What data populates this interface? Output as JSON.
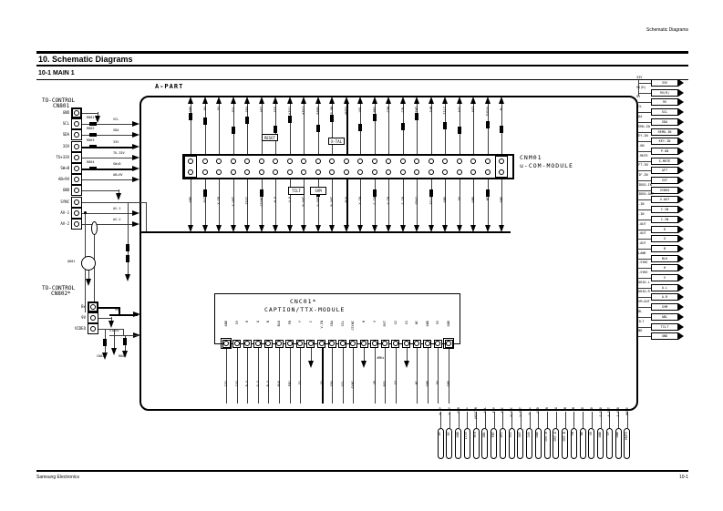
{
  "page": {
    "header_corner": "Schematic Diagrams",
    "title": "10. Schematic Diagrams",
    "subtitle": "10-1 MAIN 1",
    "part_label": "A-PART",
    "footer_left": "Samsung Electronics",
    "footer_right": "10-1"
  },
  "colors": {
    "ink": "#000000",
    "wire": "#3d3d3d",
    "paper": "#ffffff"
  },
  "modules": {
    "cnm01": {
      "name": "CNM01",
      "desc": "u-COM-MODULE",
      "top_terminals": [
        "GND",
        "9V",
        "5V",
        "SCL",
        "SDA",
        "AFT",
        "SIF",
        "KEY1",
        "KEY2",
        "REMO",
        "P-ON",
        "MUTE",
        "VOL",
        "BRI",
        "CON",
        "COL",
        "TINT",
        "SVM",
        "TILT",
        "AV1",
        "AV2",
        "TU33V",
        "B+"
      ],
      "bottom_terminals": [
        "GND",
        "RST",
        "X-IN",
        "X-OUT",
        "TEST",
        "CSYNC",
        "H-P",
        "V-P",
        "R-OUT",
        "G-OUT",
        "B-OUT",
        "BLK",
        "Y-IN",
        "C-IN",
        "V-IN",
        "S-IN",
        "SDA2",
        "SCL2",
        "GND",
        "5V",
        "GND",
        "NC",
        "GND"
      ],
      "reset_box": "RESET",
      "xtal_box": "X-TAL",
      "tilt_box": "TILT",
      "svm_box": "SVM"
    },
    "cnc01": {
      "name": "CNC01*",
      "desc": "CAPTION/TTX-MODULE",
      "pin_labels_top": [
        "GND",
        "5V",
        "R",
        "G",
        "B",
        "BLK",
        "FB",
        "Y",
        "C",
        "V-IN",
        "SDA",
        "SCL",
        "CSYNC",
        "H",
        "V",
        "RST",
        "X2",
        "X1",
        "NC",
        "GND",
        "9V",
        "GND"
      ],
      "pin_labels_bottom": [
        "CV1",
        "CV2",
        "R-Y",
        "G-Y",
        "B-Y",
        "BLK",
        "FB1",
        "Y1",
        "C1",
        "V1",
        "SDA",
        "SCL",
        "SYNC",
        "HD",
        "VD",
        "RES",
        "X2",
        "X1",
        "NC",
        "GND",
        "9V",
        "GND"
      ],
      "mhz_label": "4MHz",
      "left_entry_labels": [
        "9V",
        "VIDEO"
      ]
    },
    "cn801": {
      "title1": "TO-CONTROL",
      "title2": "CN801",
      "pins": [
        "GND",
        "SCL",
        "SDA",
        "33V",
        "TU+33V",
        "SW+B",
        "AB+9V",
        "GND",
        "SYNC",
        "AV-1",
        "AV-2"
      ],
      "out_labels": [
        "SCL",
        "SDA",
        "33V",
        "TU-33V",
        "SW+B",
        "AB+9V",
        "AV-1",
        "AV-2"
      ],
      "resistor_labels": [
        "R801",
        "R802",
        "R803",
        "R804"
      ],
      "transistor_label": "Q801"
    },
    "cn802": {
      "title1": "TO-CONTROL",
      "title2": "CN802*",
      "pins": [
        "B+",
        "9V",
        "VIDEO"
      ],
      "out_labels": [
        "9V",
        "VIDEO"
      ],
      "component_labels": [
        "C802",
        "R806"
      ]
    }
  },
  "right_terminals": [
    {
      "label": "33V",
      "box": "33V"
    },
    {
      "label": "9V(R)",
      "box": "9V(R)"
    },
    {
      "label": "9V",
      "box": "9V"
    },
    {
      "label": "SCL",
      "box": "SCL"
    },
    {
      "label": "SDA",
      "box": "SDA"
    },
    {
      "label": "REMO-IN",
      "box": "REMO-IN"
    },
    {
      "label": "KEY-IN",
      "box": "KEY-IN"
    },
    {
      "label": "P-ON",
      "box": "P-ON"
    },
    {
      "label": "S-MUTE",
      "box": "S-MUTE"
    },
    {
      "label": "AFT-IN",
      "box": "AFT"
    },
    {
      "label": "SIF-IN",
      "box": "SIF"
    },
    {
      "label": "VIDEO-IN",
      "box": "VIDEO"
    },
    {
      "label": "VIDEO-OUT",
      "box": "V-OUT"
    },
    {
      "label": "Y-IN",
      "box": "Y-IN"
    },
    {
      "label": "C-IN",
      "box": "C-IN"
    },
    {
      "label": "R-OUT",
      "box": "R"
    },
    {
      "label": "G-OUT",
      "box": "G"
    },
    {
      "label": "B-OUT",
      "box": "B"
    },
    {
      "label": "BLANK",
      "box": "BLK"
    },
    {
      "label": "H-SYNC",
      "box": "H"
    },
    {
      "label": "V-SYNC",
      "box": "V"
    },
    {
      "label": "AUDIO-L",
      "box": "A-L"
    },
    {
      "label": "AUDIO-R",
      "box": "A-R"
    },
    {
      "label": "SVM-OUT",
      "box": "SVM"
    },
    {
      "label": "ABL",
      "box": "ABL"
    },
    {
      "label": "TILT",
      "box": "TILT"
    },
    {
      "label": "GND",
      "box": "GND"
    }
  ],
  "bottom_terminals": [
    {
      "top": "H-DY",
      "box": "DY"
    },
    {
      "top": "V-DY",
      "box": "DY"
    },
    {
      "top": "GND",
      "box": "GND"
    },
    {
      "top": "B+",
      "box": "115V"
    },
    {
      "top": "HEATER",
      "box": "HTR"
    },
    {
      "top": "ABL",
      "box": "ABL"
    },
    {
      "top": "FBP",
      "box": "FBT"
    },
    {
      "top": "AFC",
      "box": "AFC"
    },
    {
      "top": "H-VCC",
      "box": "VCC"
    },
    {
      "top": "V-OUT",
      "box": "OUT"
    },
    {
      "top": "V-B+",
      "box": "24V"
    },
    {
      "top": "GND",
      "box": "GND"
    },
    {
      "top": "R",
      "box": "CRT-R"
    },
    {
      "top": "G",
      "box": "CRT-G"
    },
    {
      "top": "B",
      "box": "CRT-B"
    },
    {
      "top": "FB",
      "box": "FB"
    },
    {
      "top": "HD",
      "box": "HD"
    },
    {
      "top": "VD",
      "box": "VD"
    },
    {
      "top": "S-GND",
      "box": "GND"
    },
    {
      "top": "A-OUT",
      "box": "SP"
    },
    {
      "top": "A-GND",
      "box": "GND"
    },
    {
      "top": "MUTE",
      "box": "MUTE"
    }
  ]
}
